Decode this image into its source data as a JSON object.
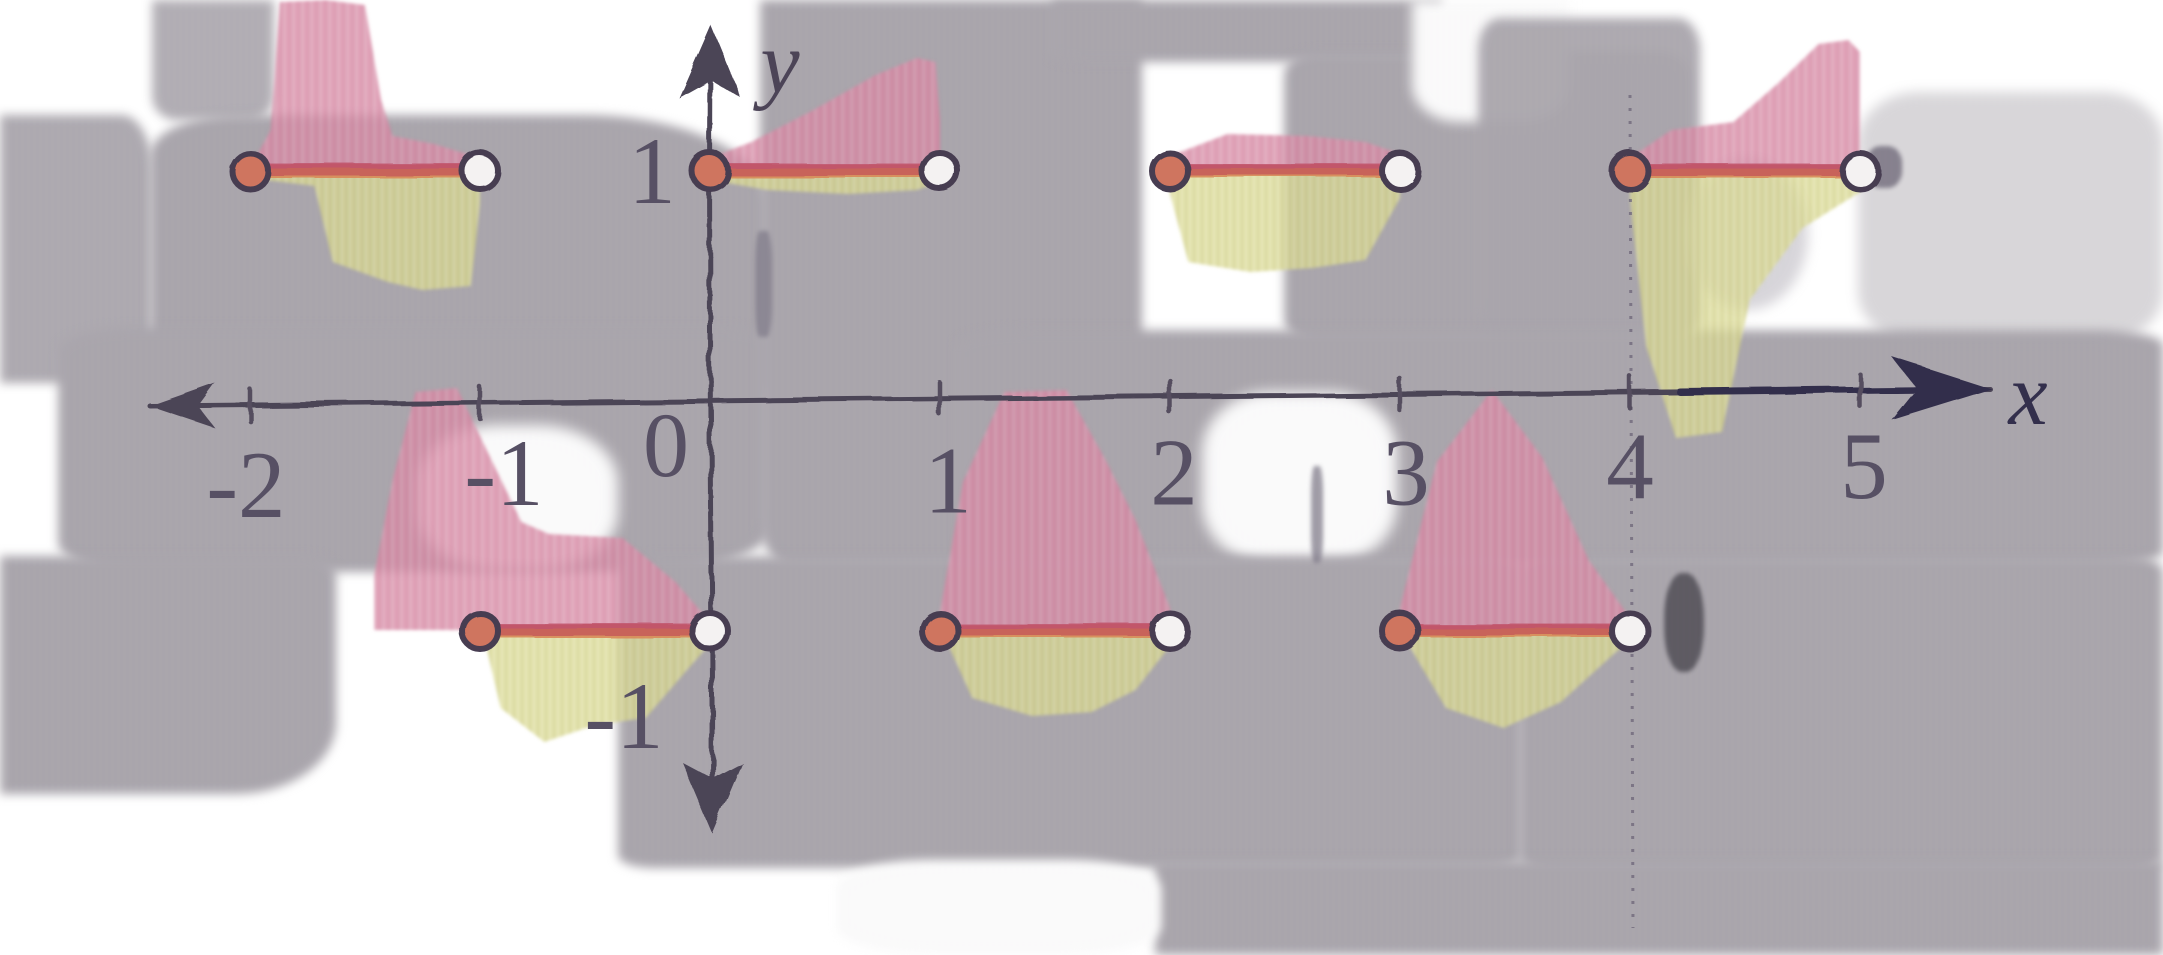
{
  "figure": {
    "axis_labels": {
      "x": "x",
      "y": "y",
      "origin": "0"
    },
    "x_ticks": [
      {
        "value": -2,
        "label": "-2"
      },
      {
        "value": -1,
        "label": "-1"
      },
      {
        "value": 1,
        "label": "1"
      },
      {
        "value": 2,
        "label": "2"
      },
      {
        "value": 3,
        "label": "3"
      },
      {
        "value": 4,
        "label": "4"
      },
      {
        "value": 5,
        "label": "5"
      }
    ],
    "y_value_labels": [
      {
        "value": 1,
        "label": "1"
      },
      {
        "value": -1,
        "label": "-1"
      }
    ],
    "colors": {
      "axis_ink": "#4c4457",
      "axis_ink_dark": "#332f4c",
      "label_ink": "#575064",
      "segment_red": "#c8635a",
      "segment_red_dark": "#c1566e",
      "segment_orange": "#d98a57",
      "dot_fill": "#cf745f",
      "dot_ring": "#473c51",
      "open_dot_fill": "#f4f2f2",
      "pink_highlight": "#d98ba6",
      "pink_highlight_light": "#e4adc1",
      "yellow_highlight": "#d8d792",
      "yellow_highlight_light": "#e6e6ac",
      "shadow_grey": "#a8a4ab",
      "dark_smudge": "#55525a",
      "guide_grey": "#716a7c"
    }
  },
  "chart_data": {
    "type": "line",
    "subtype": "step-square-wave",
    "title": "",
    "xlabel": "x",
    "ylabel": "y",
    "xlim": [
      -2.7,
      6.3
    ],
    "ylim": [
      -2.4,
      1.65
    ],
    "grid": false,
    "x_tick_values": [
      -2,
      -1,
      0,
      1,
      2,
      3,
      4,
      5
    ],
    "x_tick_labels": [
      "-2",
      "-1",
      "0",
      "1",
      "2",
      "3",
      "4",
      "5"
    ],
    "y_tick_values": [
      1,
      -1
    ],
    "y_tick_labels": [
      "1",
      "-1"
    ],
    "segments": [
      {
        "x_start": -2,
        "x_end": -1,
        "y": 1,
        "left_endpoint": "closed",
        "right_endpoint": "open"
      },
      {
        "x_start": -1,
        "x_end": 0,
        "y": -1,
        "left_endpoint": "closed",
        "right_endpoint": "open"
      },
      {
        "x_start": 0,
        "x_end": 1,
        "y": 1,
        "left_endpoint": "closed",
        "right_endpoint": "open"
      },
      {
        "x_start": 1,
        "x_end": 2,
        "y": -1,
        "left_endpoint": "closed",
        "right_endpoint": "open"
      },
      {
        "x_start": 2,
        "x_end": 3,
        "y": 1,
        "left_endpoint": "closed",
        "right_endpoint": "open"
      },
      {
        "x_start": 3,
        "x_end": 4,
        "y": -1,
        "left_endpoint": "closed",
        "right_endpoint": "open"
      },
      {
        "x_start": 4,
        "x_end": 5,
        "y": 1,
        "left_endpoint": "closed",
        "right_endpoint": "open"
      }
    ],
    "closed_points": [
      [
        -2,
        1
      ],
      [
        -1,
        -1
      ],
      [
        0,
        1
      ],
      [
        1,
        -1
      ],
      [
        2,
        1
      ],
      [
        3,
        -1
      ],
      [
        4,
        1
      ]
    ],
    "open_points": [
      [
        -1,
        1
      ],
      [
        0,
        -1
      ],
      [
        1,
        1
      ],
      [
        2,
        -1
      ],
      [
        3,
        1
      ],
      [
        4,
        -1
      ],
      [
        5,
        1
      ]
    ],
    "dashed_guides": [
      {
        "x": 4
      }
    ],
    "legend": []
  }
}
